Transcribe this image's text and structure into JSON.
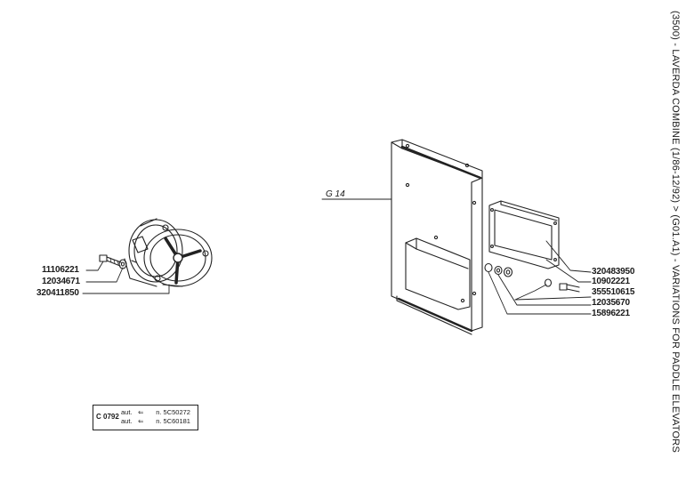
{
  "title": "(3500) - LAVERDA COMBINE (1/86-12/92) > (G01.A1) - VARIATIONS FOR PADDLE ELEVATORS",
  "group_ref": "G 14",
  "left_assembly_parts": [
    "11106221",
    "12034671",
    "320411850"
  ],
  "right_assembly_parts": [
    "320483950",
    "10902221",
    "355510615",
    "12035670",
    "15896221"
  ],
  "serial_box": {
    "code": "C 0792",
    "lines": [
      {
        "type": "aut.",
        "arrow": "⇐",
        "number": "n. 5C50272"
      },
      {
        "type": "aut.",
        "arrow": "⇐",
        "number": "n. 5C60181"
      }
    ]
  }
}
